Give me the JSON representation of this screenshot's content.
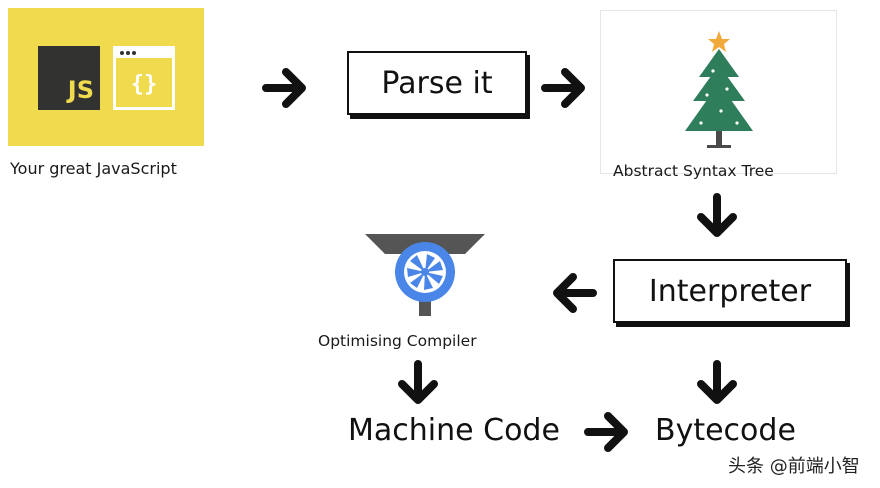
{
  "colors": {
    "js_yellow": "#f0db4f",
    "js_dark": "#323330",
    "ink": "#111111",
    "tree_green": "#2e7d5b",
    "star": "#f2a93b",
    "compiler_blue": "#4a86e8",
    "funnel_grey": "#555555"
  },
  "js_tile": {
    "badge_text": "JS",
    "braces": "{}",
    "icons": [
      "js-logo-icon",
      "code-window-icon"
    ]
  },
  "caption_js": "Your great JavaScript",
  "parse_label": "Parse it",
  "ast_caption": "Abstract Syntax Tree",
  "interpreter_label": "Interpreter",
  "compiler_caption": "Optimising Compiler",
  "machine_code_label": "Machine Code",
  "bytecode_label": "Bytecode",
  "watermark": "头条 @前端小智",
  "icons": [
    "christmas-tree-icon",
    "turbofan-compiler-icon",
    "arrow-icon"
  ]
}
